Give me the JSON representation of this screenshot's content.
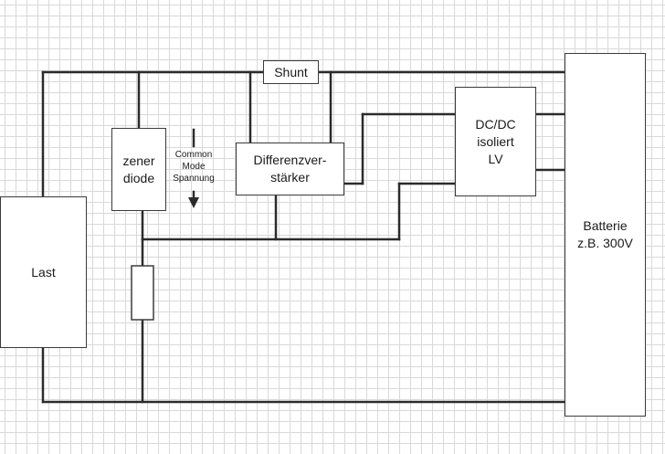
{
  "diagram": {
    "shunt": "Shunt",
    "zener": "zener\ndiode",
    "common_mode": "Common\nMode\nSpannung",
    "diff_amp": "Differenzver-\nstärker",
    "dcdc": "DC/DC\nisoliert\nLV",
    "battery": "Batterie\nz.B. 300V",
    "load": "Last"
  },
  "colors": {
    "wire": "#2b2b2b",
    "box_border": "#3b3b3b",
    "grid": "#d9d9d9"
  }
}
